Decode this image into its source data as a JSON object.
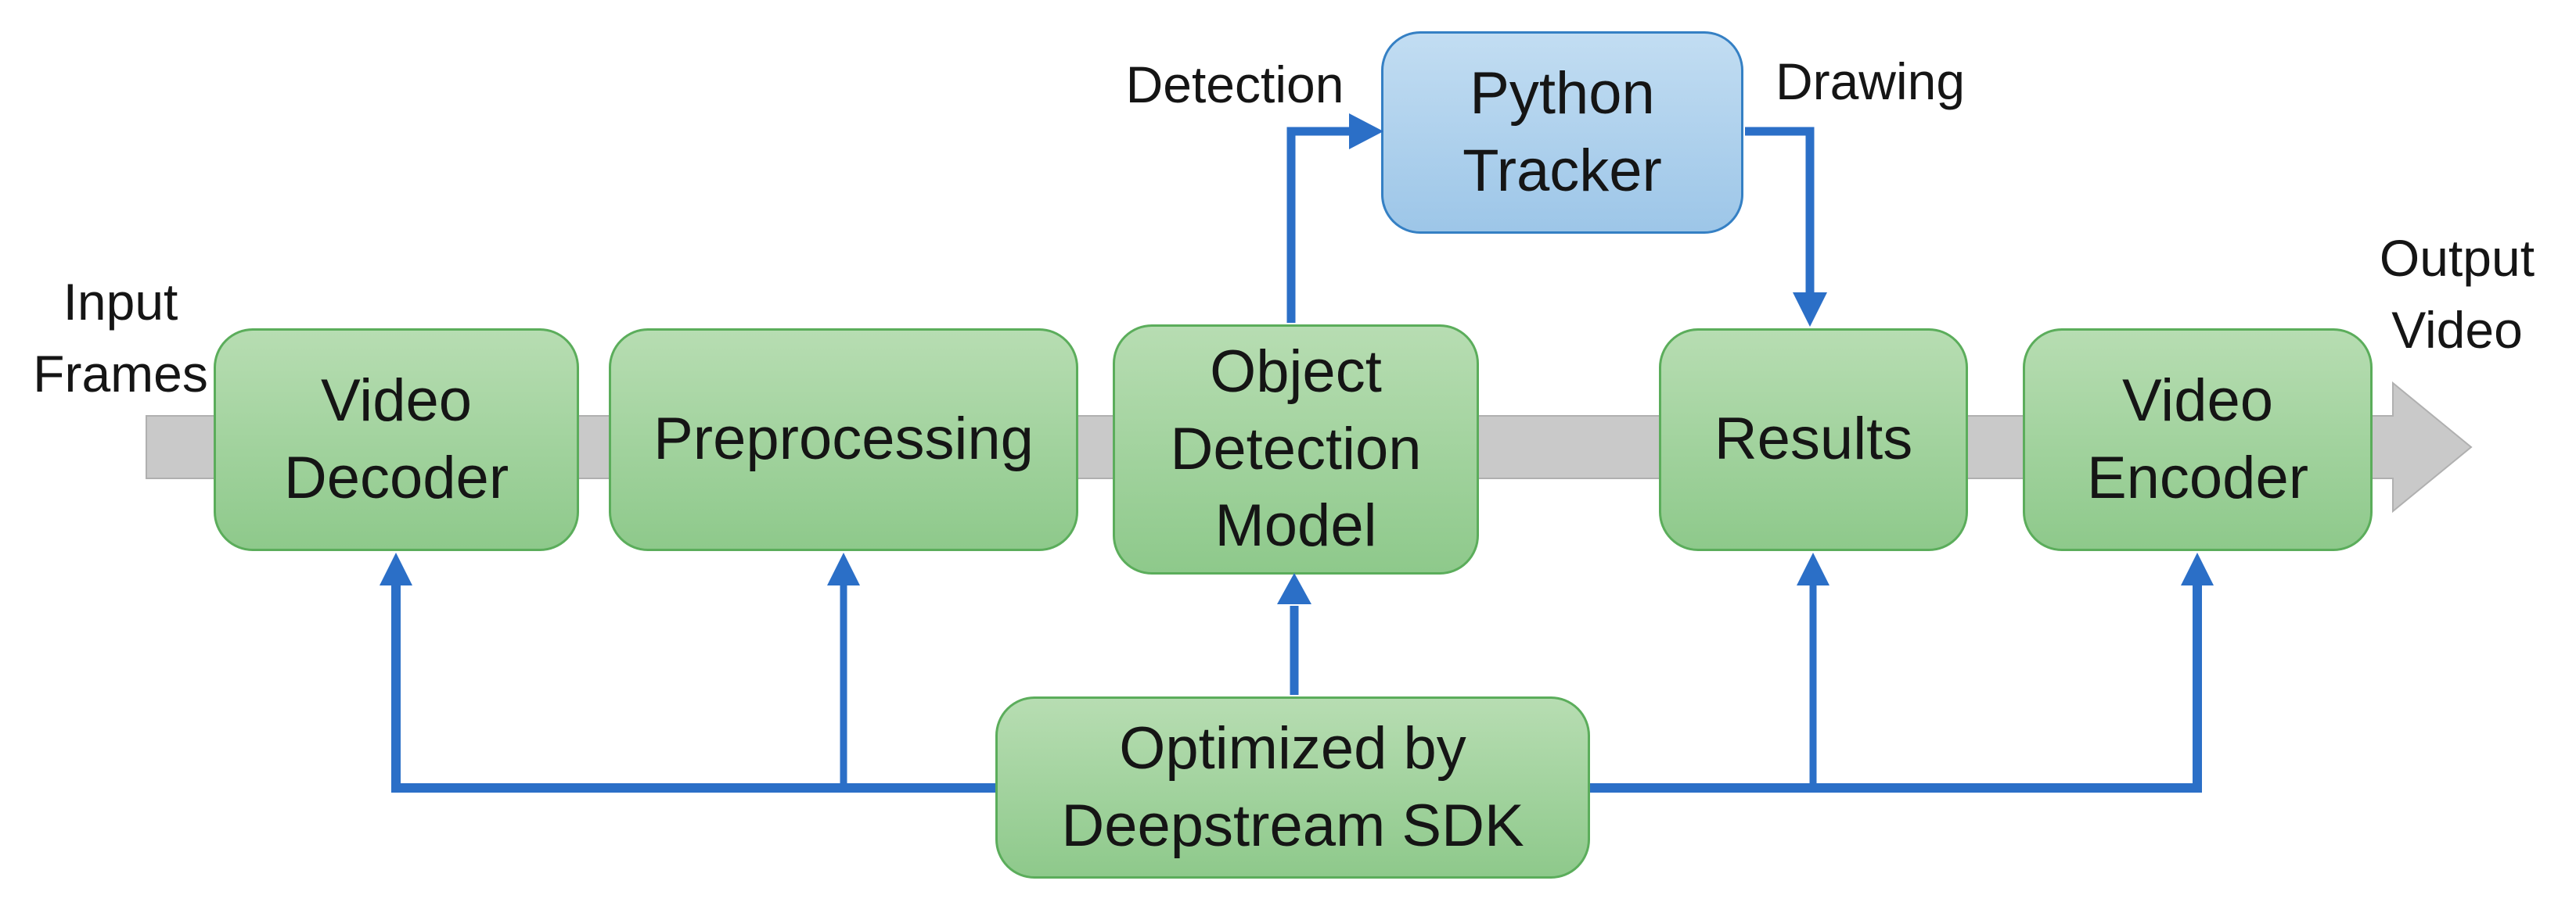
{
  "diagram": {
    "title_semantic": "DeepStream video analytics pipeline flowchart",
    "nodes": {
      "video_decoder": {
        "label": "Video\nDecoder"
      },
      "preprocessing": {
        "label": "Preprocessing"
      },
      "object_detection_model": {
        "label": "Object\nDetection\nModel"
      },
      "results": {
        "label": "Results"
      },
      "video_encoder": {
        "label": "Video\nEncoder"
      },
      "python_tracker": {
        "label": "Python\nTracker"
      },
      "sdk": {
        "label": "Optimized by\nDeepstream SDK"
      }
    },
    "labels": {
      "input": "Input\nFrames",
      "output": "Output\nVideo",
      "detection": "Detection",
      "drawing": "Drawing"
    },
    "colors": {
      "green_fill_top": "#b7ddb2",
      "green_fill_bottom": "#8ec98b",
      "green_border": "#5bad5b",
      "blue_fill_top": "#c2ddf2",
      "blue_fill_bottom": "#9dc6e8",
      "blue_border": "#3580c4",
      "arrow_blue": "#2b6fc7",
      "gray_fill": "#c9c9c9",
      "gray_border": "#b0b0b0",
      "text_color": "#151515",
      "bg_color": "#ffffff"
    }
  }
}
